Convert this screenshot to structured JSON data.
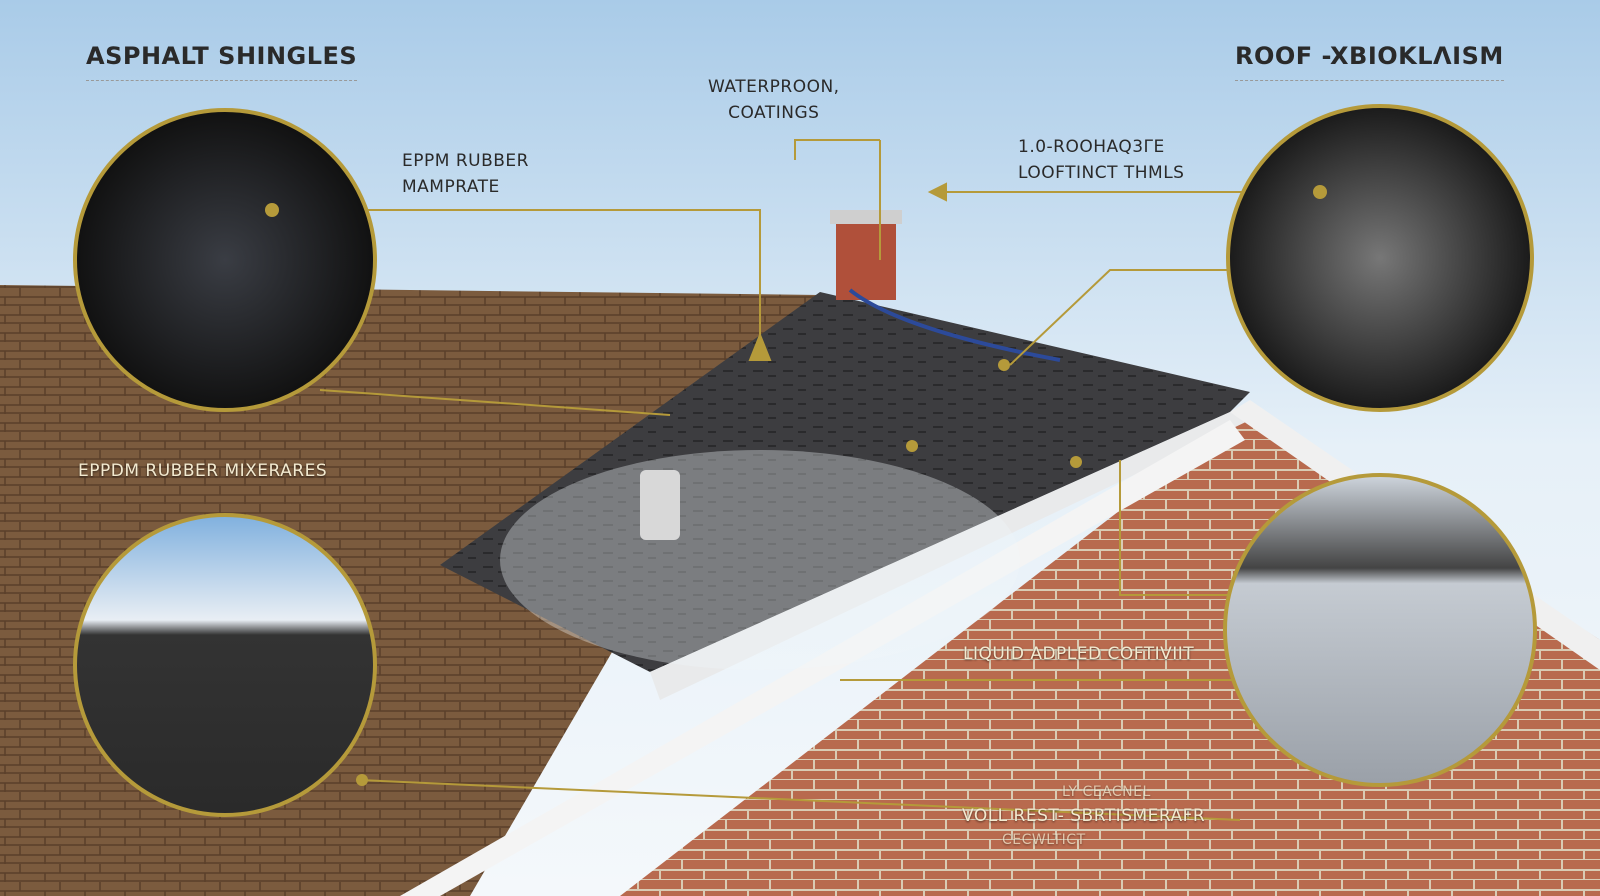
{
  "titles": {
    "left": "ASPHALT SHINGLES",
    "right": "ROOF -XBIOKLΛISM"
  },
  "labels": {
    "waterproof": [
      "WATERPROON,",
      "COATINGS"
    ],
    "epdm_top": [
      "EPPM RUBBER",
      "MAMPRATE"
    ],
    "right_top": [
      "1.0-ROOHAQ3ΓE",
      "LOOFTINCT THMLS"
    ],
    "epdm_left": "EPPDM RUBBER MIXERARES",
    "liquid": "LIQUID ADPLED COFTIVIIT",
    "bottom": [
      "LY CEACNEL",
      "VOLL REST- SBRTISMERAFR",
      "CECWLTICT"
    ]
  },
  "colors": {
    "accent": "#b59a3a",
    "sky": "#cfe3f3",
    "shingle_brown": "#7a5a3c",
    "membrane": "#3a3a3c",
    "brick": "#b2644a"
  }
}
